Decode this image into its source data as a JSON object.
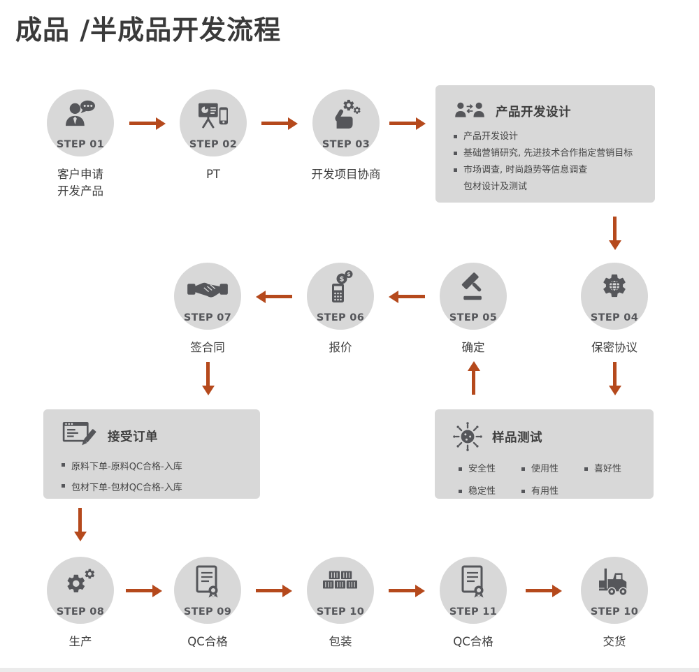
{
  "page": {
    "title": "成品 /半成品开发流程"
  },
  "colors": {
    "arrow": "#b5491c",
    "shape_bg": "#d8d8d8",
    "icon": "#55565a",
    "text": "#3f3f3f",
    "title": "#3a3a3a",
    "bullet": "#454545"
  },
  "steps": [
    {
      "label": "STEP 01",
      "caption": "客户申请\n开发产品",
      "icon": "customer-chat-icon"
    },
    {
      "label": "STEP 02",
      "caption": "PT",
      "icon": "presentation-icon"
    },
    {
      "label": "STEP 03",
      "caption": "开发项目协商",
      "icon": "hand-gears-icon"
    },
    {
      "label": "STEP 04",
      "caption": "保密协议",
      "icon": "globe-gear-icon"
    },
    {
      "label": "STEP 05",
      "caption": "确定",
      "icon": "gavel-icon"
    },
    {
      "label": "STEP 06",
      "caption": "报价",
      "icon": "price-quote-icon"
    },
    {
      "label": "STEP 07",
      "caption": "签合同",
      "icon": "handshake-icon"
    },
    {
      "label": "STEP 08",
      "caption": "生产",
      "icon": "production-gears-icon"
    },
    {
      "label": "STEP 09",
      "caption": "QC合格",
      "icon": "certificate-icon"
    },
    {
      "label": "STEP 10",
      "caption": "包装",
      "icon": "containers-icon"
    },
    {
      "label": "STEP 11",
      "caption": "QC合格",
      "icon": "certificate-icon"
    },
    {
      "label": "STEP 10",
      "caption": "交货",
      "icon": "forklift-icon"
    }
  ],
  "boxes": {
    "design": {
      "title": "产品开发设计",
      "icon": "team-icon",
      "bullets": [
        "产品开发设计",
        "基础营销研究, 先进技术合作指定营销目标",
        "市场调查, 时尚趋势等信息调查"
      ],
      "extra": "包材设计及测试"
    },
    "order": {
      "title": "接受订单",
      "icon": "order-window-icon",
      "bullets": [
        "原料下单-原料QC合格-入库",
        "包材下单-包材QC合格-入库"
      ]
    },
    "sample": {
      "title": "样品测试",
      "icon": "sample-test-icon",
      "bullets": [
        "安全性",
        "使用性",
        "喜好性",
        "稳定性",
        "有用性"
      ]
    }
  }
}
